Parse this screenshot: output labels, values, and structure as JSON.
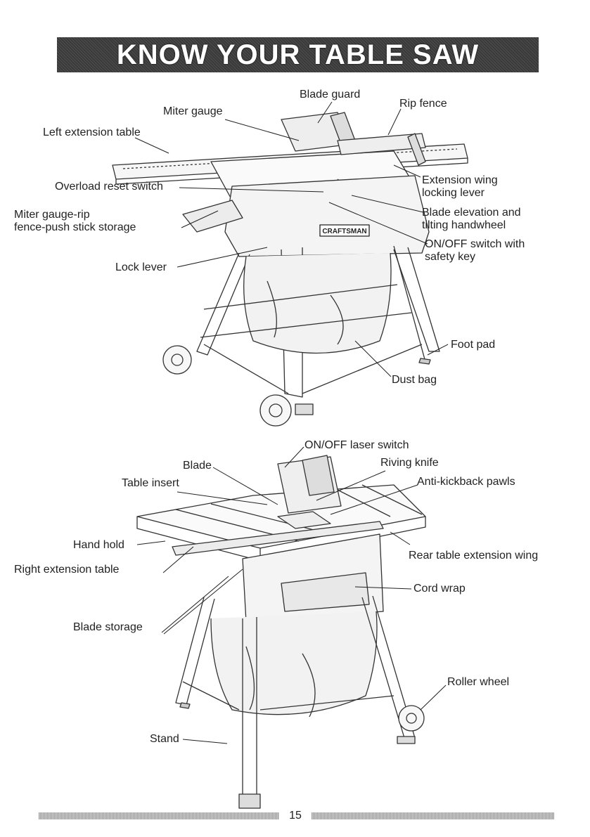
{
  "title": "KNOW YOUR TABLE SAW",
  "top_labels": {
    "blade_guard": "Blade guard",
    "miter_gauge": "Miter gauge",
    "rip_fence": "Rip fence",
    "left_extension_table": "Left extension table",
    "overload_reset_switch": "Overload reset switch",
    "extension_wing_locking_lever": [
      "Extension wing",
      "locking lever"
    ],
    "miter_gauge_storage": [
      "Miter gauge-rip",
      "fence-push stick storage"
    ],
    "blade_elevation": [
      "Blade elevation and",
      "tilting handwheel"
    ],
    "on_off_switch": [
      "ON/OFF switch with",
      "safety key"
    ],
    "lock_lever": "Lock lever",
    "foot_pad": "Foot pad",
    "dust_bag": "Dust bag"
  },
  "brand_plate": "CRAFTSMAN",
  "bottom_labels": {
    "on_off_laser_switch": "ON/OFF laser switch",
    "blade": "Blade",
    "riving_knife": "Riving knife",
    "table_insert": "Table insert",
    "anti_kickback_pawls": "Anti-kickback pawls",
    "hand_hold": "Hand hold",
    "rear_table_extension_wing": "Rear table extension wing",
    "right_extension_table": "Right extension table",
    "cord_wrap": "Cord wrap",
    "blade_storage": "Blade storage",
    "roller_wheel": "Roller wheel",
    "stand": "Stand"
  },
  "page_number": "15"
}
